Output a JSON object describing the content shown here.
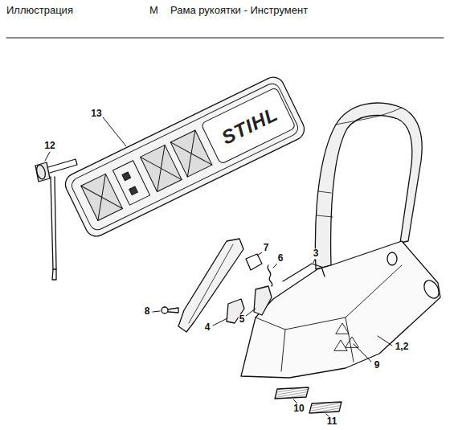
{
  "diagram": {
    "title": "Рама рукоятки - Инструмент",
    "labels": [
      "Иллюстрация",
      "M",
      "13",
      "12",
      "STIHL",
      "7",
      "6",
      "3",
      "8",
      "4",
      "5",
      "1,2",
      "9",
      "10",
      "11"
    ]
  }
}
